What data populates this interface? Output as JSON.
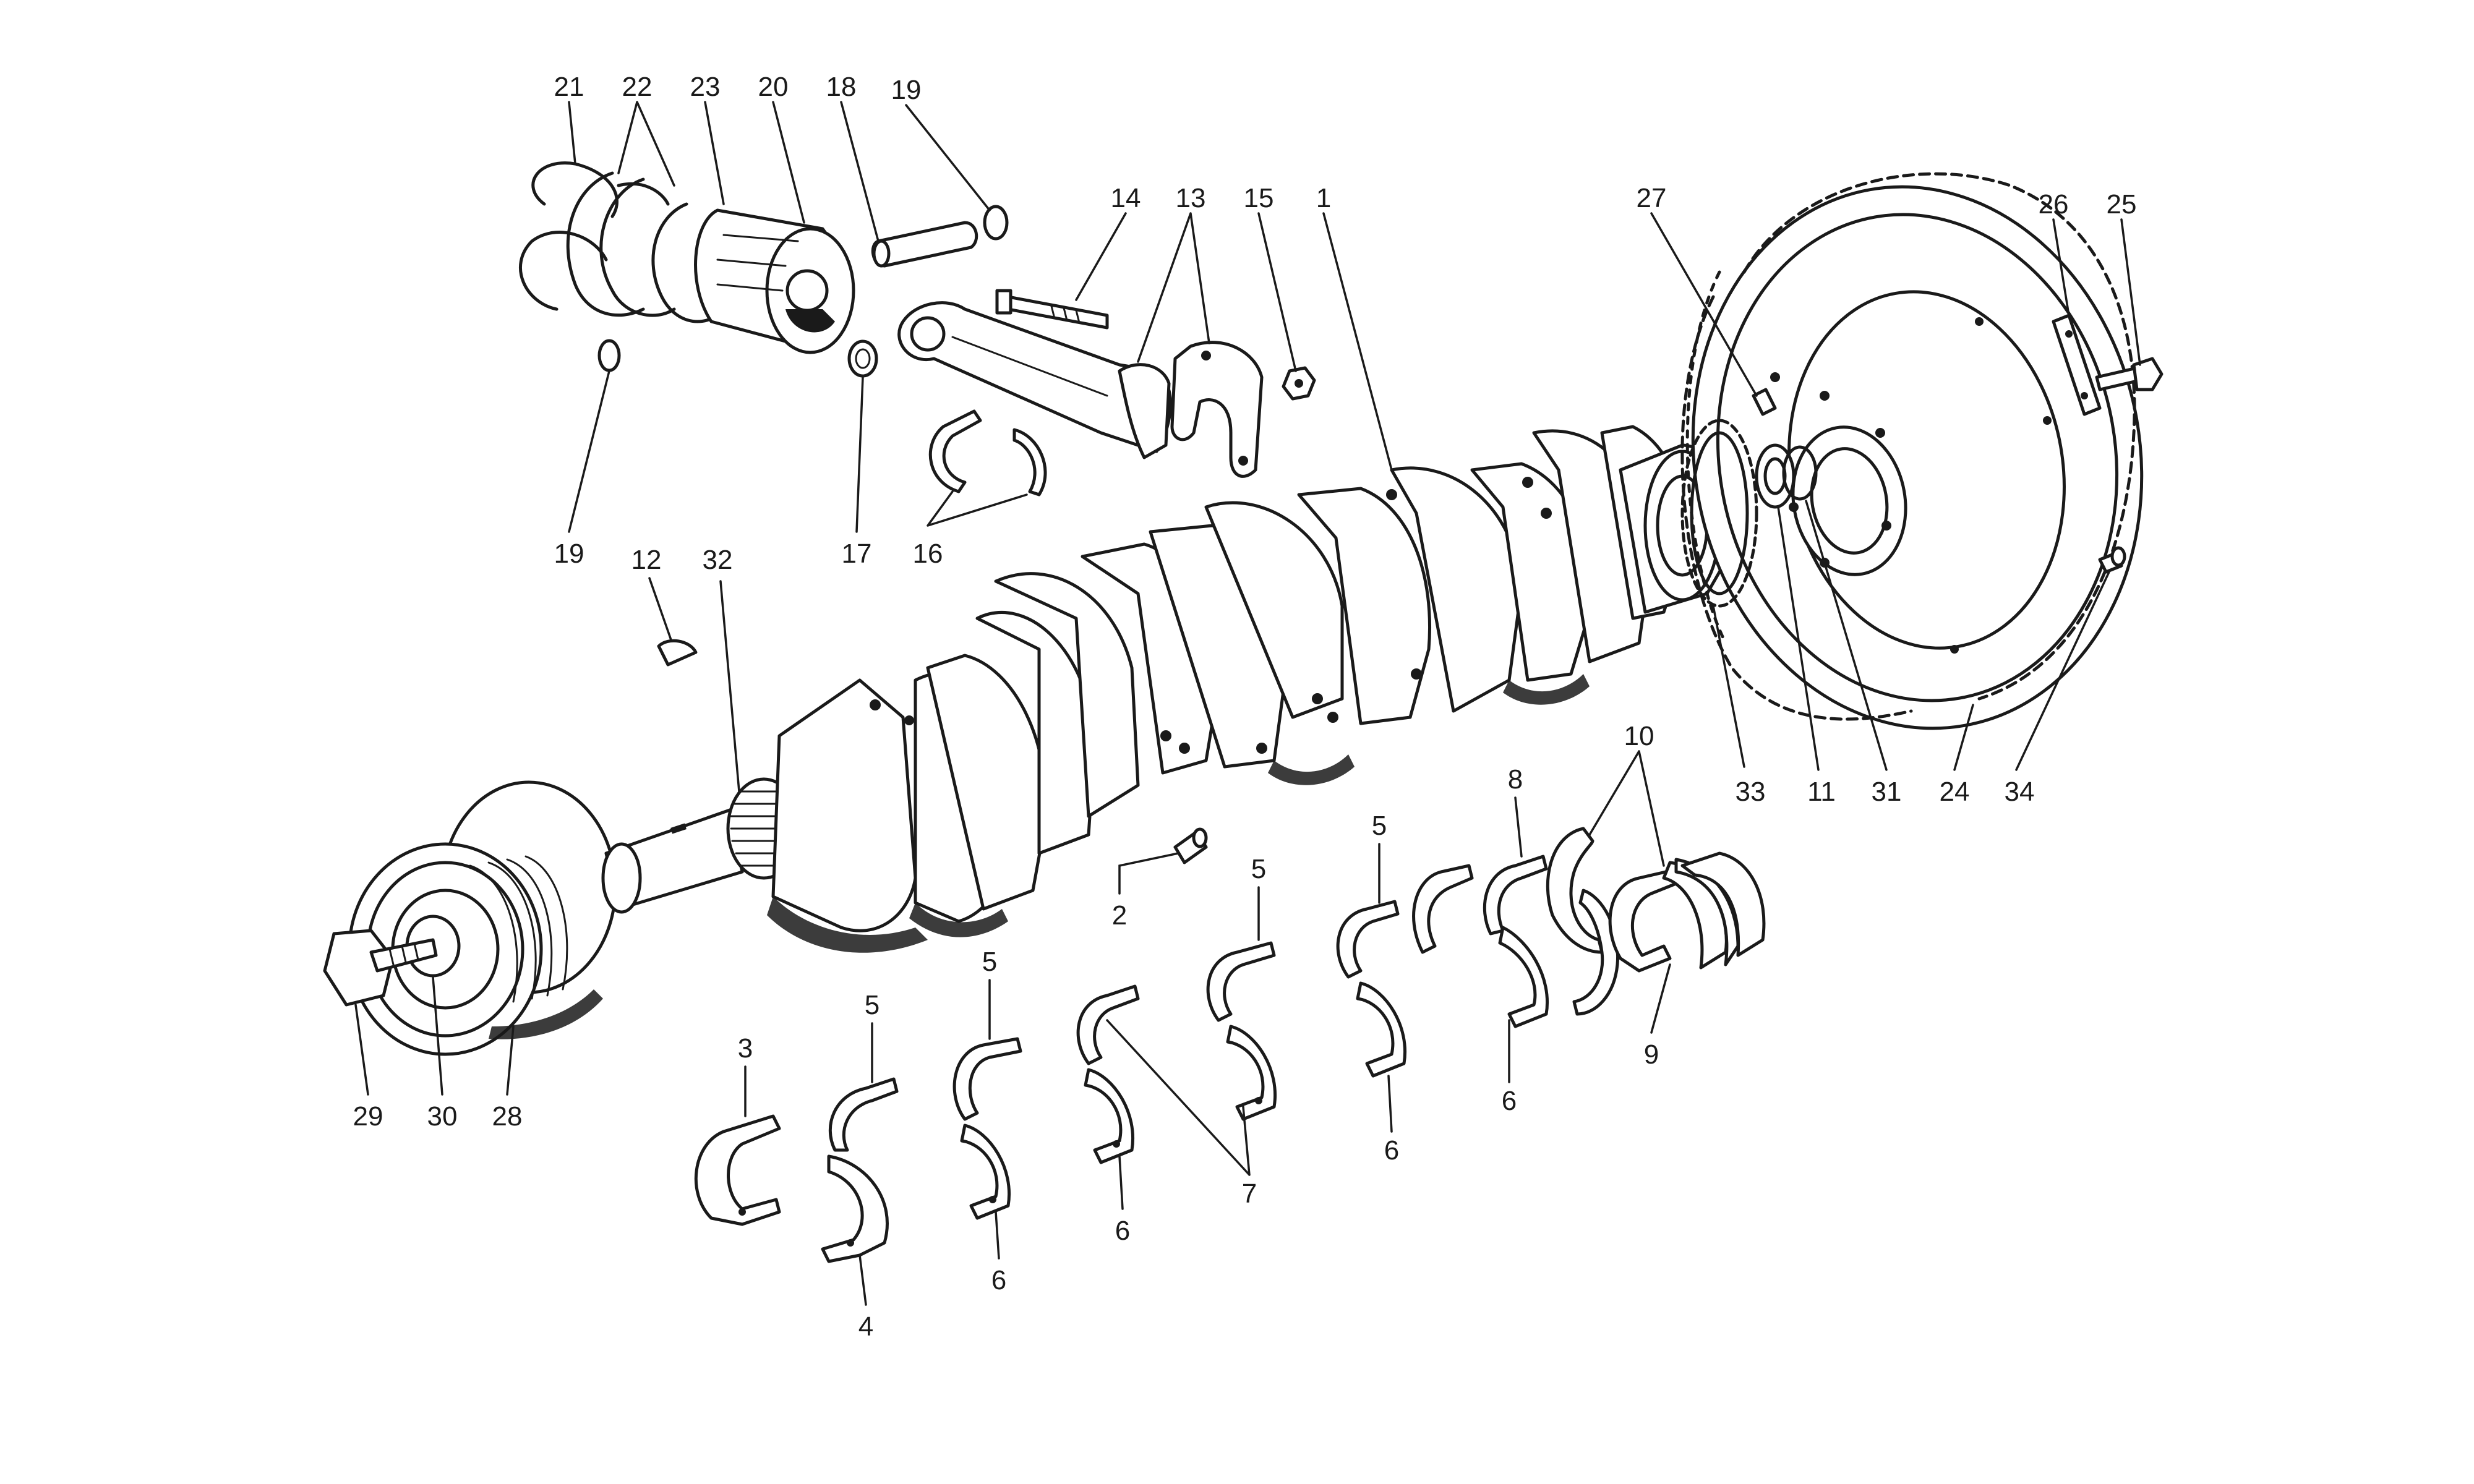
{
  "callouts": [
    {
      "id": "21",
      "text": "21"
    },
    {
      "id": "22",
      "text": "22"
    },
    {
      "id": "23",
      "text": "23"
    },
    {
      "id": "20",
      "text": "20"
    },
    {
      "id": "18",
      "text": "18"
    },
    {
      "id": "19a",
      "text": "19"
    },
    {
      "id": "14",
      "text": "14"
    },
    {
      "id": "13",
      "text": "13"
    },
    {
      "id": "15",
      "text": "15"
    },
    {
      "id": "1",
      "text": "1"
    },
    {
      "id": "27",
      "text": "27"
    },
    {
      "id": "26",
      "text": "26"
    },
    {
      "id": "25",
      "text": "25"
    },
    {
      "id": "19b",
      "text": "19"
    },
    {
      "id": "12",
      "text": "12"
    },
    {
      "id": "32",
      "text": "32"
    },
    {
      "id": "17",
      "text": "17"
    },
    {
      "id": "16",
      "text": "16"
    },
    {
      "id": "33",
      "text": "33"
    },
    {
      "id": "11",
      "text": "11"
    },
    {
      "id": "31",
      "text": "31"
    },
    {
      "id": "24",
      "text": "24"
    },
    {
      "id": "34",
      "text": "34"
    },
    {
      "id": "10",
      "text": "10"
    },
    {
      "id": "8",
      "text": "8"
    },
    {
      "id": "5a",
      "text": "5"
    },
    {
      "id": "5b",
      "text": "5"
    },
    {
      "id": "2",
      "text": "2"
    },
    {
      "id": "5c",
      "text": "5"
    },
    {
      "id": "5d",
      "text": "5"
    },
    {
      "id": "3",
      "text": "3"
    },
    {
      "id": "9",
      "text": "9"
    },
    {
      "id": "6a",
      "text": "6"
    },
    {
      "id": "6b",
      "text": "6"
    },
    {
      "id": "29",
      "text": "29"
    },
    {
      "id": "30",
      "text": "30"
    },
    {
      "id": "28",
      "text": "28"
    },
    {
      "id": "7",
      "text": "7"
    },
    {
      "id": "6c",
      "text": "6"
    },
    {
      "id": "6d",
      "text": "6"
    },
    {
      "id": "4",
      "text": "4"
    }
  ]
}
